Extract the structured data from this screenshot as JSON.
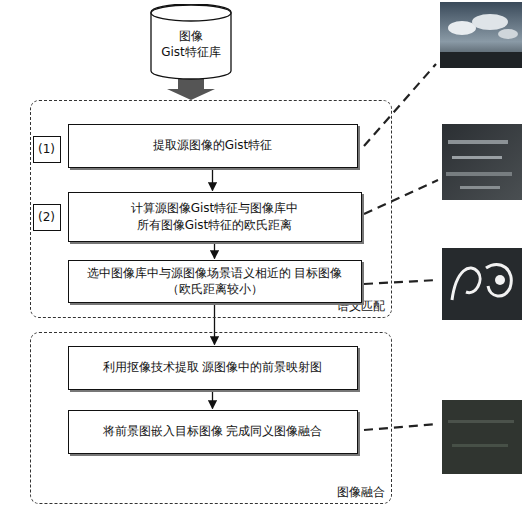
{
  "diagram": {
    "nodes": [
      {
        "text": [
          "图像 Gist特征库"
        ]
      },
      {
        "text": [
          "语义匹配"
        ]
      },
      {
        "text": [
          "(1)"
        ],
        "in": 1
      },
      {
        "text": [
          "提取源图像的Gist特征"
        ],
        "in": 1
      },
      {
        "text": [
          "(2)"
        ],
        "in": 1
      },
      {
        "text": [
          "计算源图像Gist特征与图像库中 所有图像Gist特征的欧氏距离"
        ],
        "in": 1
      },
      {
        "text": [
          "选中图像库中与源图像场景语义相近的 目标图像（欧氏距离较小）"
        ],
        "in": 1
      },
      {
        "text": [
          "图像融合"
        ]
      },
      {
        "text": [
          "利用抠像技术提取 源图像中的前景映射图"
        ],
        "in": 7
      },
      {
        "text": [
          "将前景图嵌入目标图像 完成同义图像融合"
        ],
        "in": 7
      }
    ],
    "edges": [
      {
        "from": 0,
        "to": 1,
        "arrow": "to"
      },
      {
        "from": 3,
        "to": 5,
        "arrow": "to"
      },
      {
        "from": 5,
        "to": 6,
        "arrow": "to"
      },
      {
        "from": 6,
        "to": 8,
        "arrow": "to"
      },
      {
        "from": 8,
        "to": 9,
        "arrow": "to"
      }
    ]
  }
}
